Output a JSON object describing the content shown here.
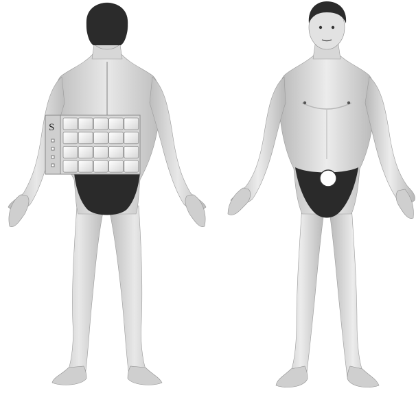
{
  "figures": {
    "back": {
      "panel": {
        "label": "S",
        "colors": {
          "panel": "#d8d8d8",
          "cell": "#ffffff",
          "border": "#8a8a8a"
        },
        "grid": {
          "rows": 4,
          "columns": 5
        }
      }
    },
    "front": {
      "marker": {
        "colors": {
          "fill": "#ffffff",
          "stroke": "#333333"
        }
      }
    }
  },
  "colors": {
    "skin_light": "#e6e6e6",
    "skin_mid": "#c9c9c9",
    "skin_dark": "#9c9c9c",
    "hair": "#2b2b2b",
    "briefs": "#2a2a2a"
  }
}
